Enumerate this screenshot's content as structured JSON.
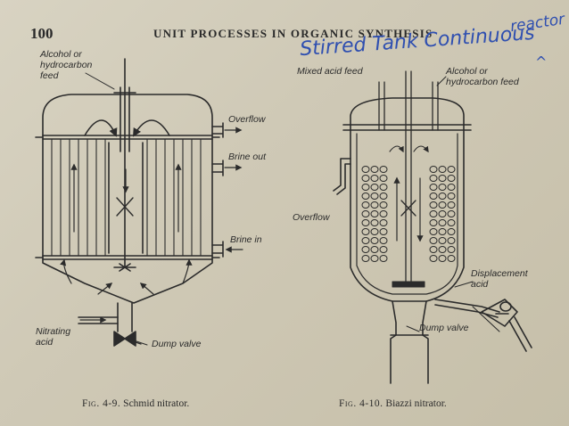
{
  "page": {
    "number": "100",
    "title": "UNIT PROCESSES IN ORGANIC SYNTHESIS"
  },
  "handwriting": {
    "note": "Stirred Tank Continuous",
    "reactor": "reactor",
    "caret": "^"
  },
  "schmid": {
    "labels": {
      "feed": [
        "Alcohol or",
        "hydrocarbon",
        "feed"
      ],
      "overflow": "Overflow",
      "brine_out": "Brine out",
      "brine_in": "Brine in",
      "nitrating_acid": [
        "Nitrating",
        "acid"
      ],
      "dump_valve": "Dump valve"
    },
    "caption": {
      "fig": "Fig. 4-9.",
      "text": "Schmid nitrator."
    }
  },
  "biazzi": {
    "labels": {
      "mixed_acid": "Mixed acid feed",
      "feed": [
        "Alcohol or",
        "hydrocarbon feed"
      ],
      "overflow": "Overflow",
      "displacement_acid": [
        "Displacement",
        "acid"
      ],
      "dump_valve": "Dump valve"
    },
    "caption": {
      "fig": "Fig. 4-10.",
      "text": "Biazzi nitrator."
    }
  },
  "colors": {
    "ink": "#2b2b2b",
    "pen": "#2f4fb0",
    "paper": "#d2ccb9"
  }
}
